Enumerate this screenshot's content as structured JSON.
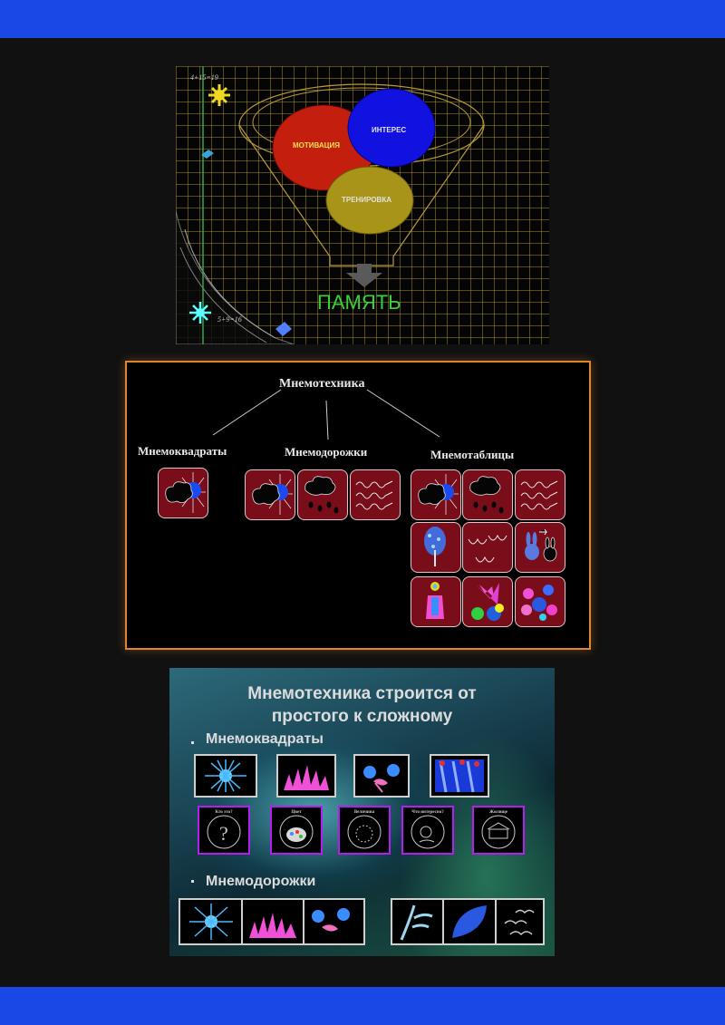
{
  "slide1": {
    "math_top": "4+15=19",
    "math_bottom": "5+9=16",
    "circle_motivation": "МОТИВАЦИЯ",
    "circle_interest": "ИНТЕРЕС",
    "circle_training": "ТРЕНИРОВКА",
    "result": "ПАМЯТЬ",
    "colors": {
      "motivation": "#c41e0e",
      "interest": "#1212e0",
      "training": "#a89418",
      "result": "#39d13a"
    }
  },
  "slide2": {
    "title": "Мнемотехника",
    "branches": [
      "Мнемоквадраты",
      "Мнемодорожки",
      "Мнемотаблицы"
    ],
    "accent": "#e0852a",
    "tile_color": "#7a0d1a"
  },
  "slide3": {
    "title_line1": "Мнемотехника строится от",
    "title_line2": "простого к сложному",
    "section1": "Мнемоквадраты",
    "section2": "Мнемодорожки",
    "card_labels": [
      "Кто это?",
      "Цвет",
      "Величина",
      "Что интересно?",
      "Жилище"
    ],
    "card_border": "#b51cf0"
  }
}
